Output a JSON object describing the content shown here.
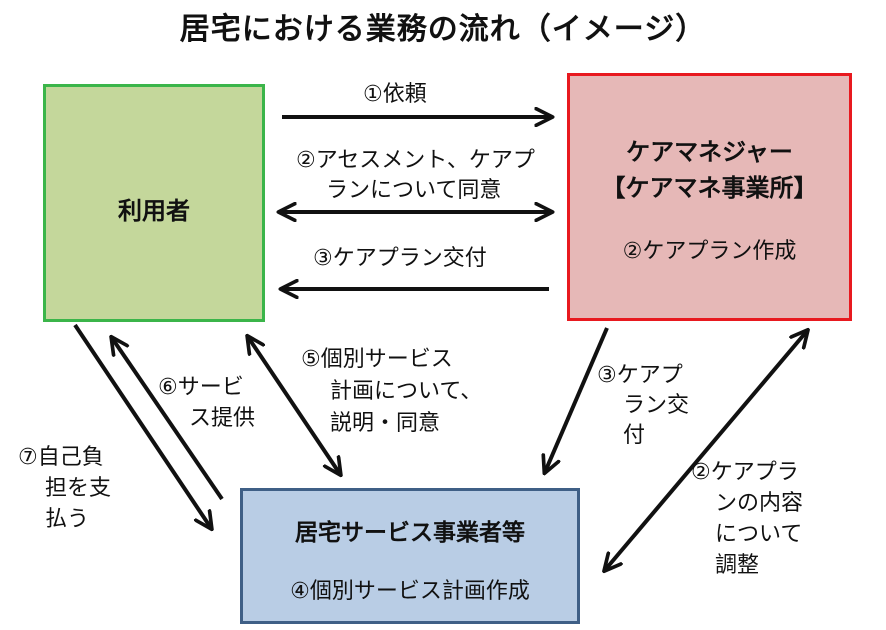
{
  "title": "居宅における業務の流れ（イメージ）",
  "boxes": {
    "user": {
      "label": "利用者"
    },
    "care_manager": {
      "line1": "ケアマネジャー",
      "line2": "【ケアマネ事業所】",
      "sub": "②ケアプラン作成"
    },
    "service": {
      "label": "居宅サービス事業者等",
      "sub": "④個別サービス計画作成"
    }
  },
  "labels": {
    "request": "①依頼",
    "assessment": [
      "②アセスメント、ケアプ",
      "ランについて同意"
    ],
    "plan_delivery_user": "③ケアプラン交付",
    "plan_delivery_service": [
      "③ケアプ",
      "ラン交",
      "付"
    ],
    "coordination": [
      "②ケアプラ",
      "ンの内容",
      "について",
      "調整"
    ],
    "individual_plan": [
      "⑤個別サービス",
      "計画について、",
      "説明・同意"
    ],
    "service_provision": [
      "⑥サービ",
      "ス提供"
    ],
    "copay": [
      "⑦自己負",
      "担を支",
      "払う"
    ]
  },
  "colors": {
    "user_fill": "#c4d79b",
    "user_border": "#3bb54a",
    "cm_fill": "#e6b8b7",
    "cm_border": "#e8191f",
    "service_fill": "#b9cde5",
    "service_border": "#3f5f86",
    "arrow": "#111111"
  }
}
